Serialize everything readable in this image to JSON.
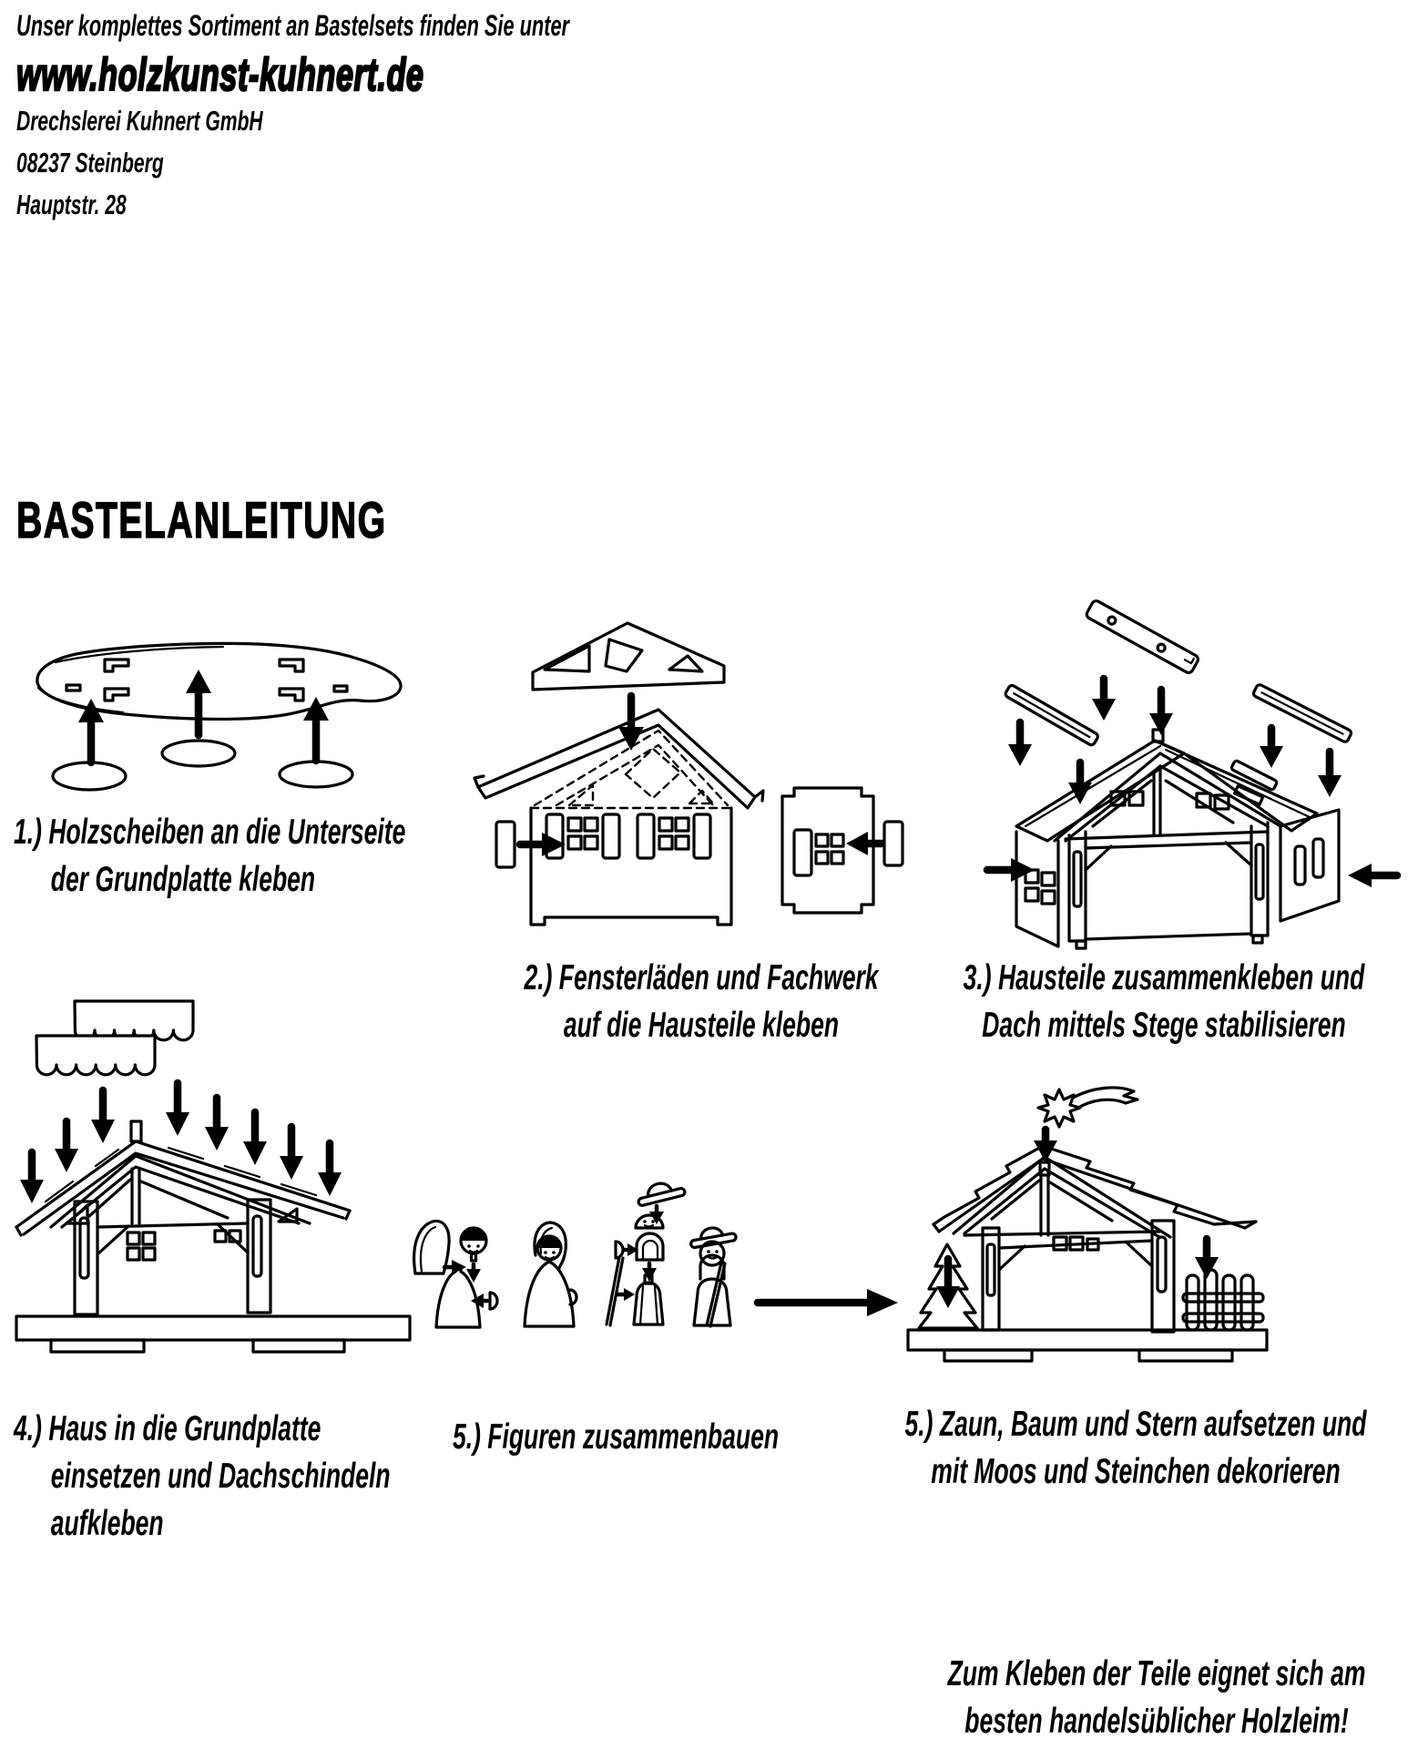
{
  "page": {
    "background": "#ffffff",
    "ink": "#000000"
  },
  "header": {
    "intro": "Unser komplettes Sortiment an Bastelsets finden Sie unter",
    "website": "www.holzkunst-kuhnert.de",
    "company": "Drechslerei Kuhnert GmbH",
    "postal_city": "08237 Steinberg",
    "street": "Hauptstr. 28"
  },
  "title": "BASTELANLEITUNG",
  "steps": {
    "step1": {
      "lines": [
        "1.) Holzscheiben an die Unterseite",
        "der Grundplatte kleben"
      ]
    },
    "step2": {
      "lines": [
        "2.) Fensterläden und Fachwerk",
        "auf die Hausteile kleben"
      ]
    },
    "step3": {
      "lines": [
        "3.) Hausteile zusammenkleben und",
        "Dach mittels Stege stabilisieren"
      ]
    },
    "step4": {
      "lines": [
        "4.) Haus in die Grundplatte",
        "einsetzen und Dachschindeln",
        "aufkleben"
      ]
    },
    "step5": {
      "lines": [
        "5.) Figuren zusammenbauen"
      ]
    },
    "step6": {
      "lines": [
        "5.) Zaun, Baum und Stern aufsetzen und",
        "mit Moos und Steinchen dekorieren"
      ]
    }
  },
  "note": {
    "lines": [
      "Zum Kleben der Teile eignet sich am",
      "besten handelsüblicher Holzleim!"
    ]
  }
}
